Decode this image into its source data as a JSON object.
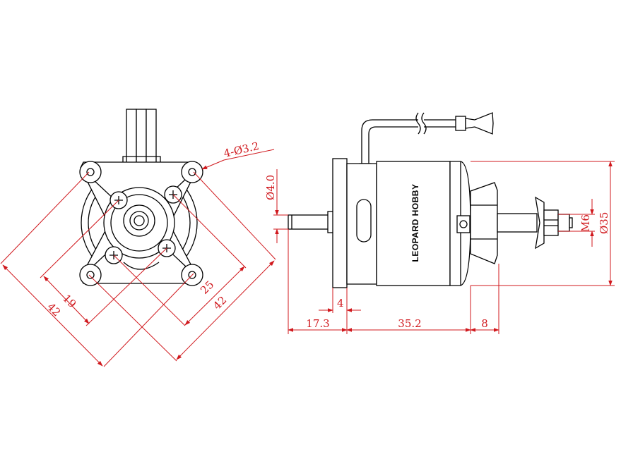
{
  "colors": {
    "outline": "#000000",
    "dimension": "#d0181d",
    "background": "#ffffff"
  },
  "front_view": {
    "hole_callout": "4-Ø3.2",
    "diag_dims": [
      "19",
      "42",
      "25",
      "42"
    ]
  },
  "side_view": {
    "brand": "LEOPARD HOBBY",
    "shaft_diameter": "Ø4.0",
    "thread": "M6",
    "body_diameter": "Ø35",
    "flange_thickness": "4",
    "shaft_length": "17.3",
    "body_length": "35.2",
    "prop_adapter_length": "8"
  }
}
